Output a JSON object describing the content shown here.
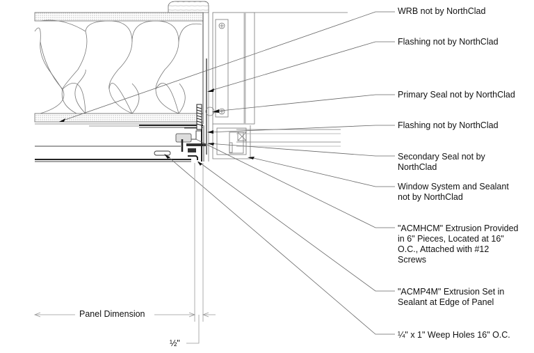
{
  "drawing": {
    "title": "Panel window sill detail",
    "callouts": [
      {
        "id": "wrb",
        "text": "WRB not by NorthClad"
      },
      {
        "id": "flashing-upper",
        "text": "Flashing not by NorthClad"
      },
      {
        "id": "primary-seal",
        "text": "Primary Seal not by NorthClad"
      },
      {
        "id": "flashing-lower",
        "text": "Flashing not by NorthClad"
      },
      {
        "id": "secondary-seal",
        "text": "Secondary Seal not by\nNorthClad"
      },
      {
        "id": "window-system",
        "text": "Window System and Sealant\nnot by NorthClad"
      },
      {
        "id": "acmhcm",
        "text": "\"ACMHCM\" Extrusion Provided\nin 6\" Pieces, Located at 16\"\nO.C., Attached with #12\nScrews"
      },
      {
        "id": "acmp4m",
        "text": "\"ACMP4M\" Extrusion Set in\nSealant at Edge of Panel"
      },
      {
        "id": "weep-holes",
        "text": "¼\" x 1\" Weep Holes 16\" O.C."
      }
    ],
    "dimensions": {
      "panel": "Panel Dimension",
      "gap": "½\""
    }
  }
}
